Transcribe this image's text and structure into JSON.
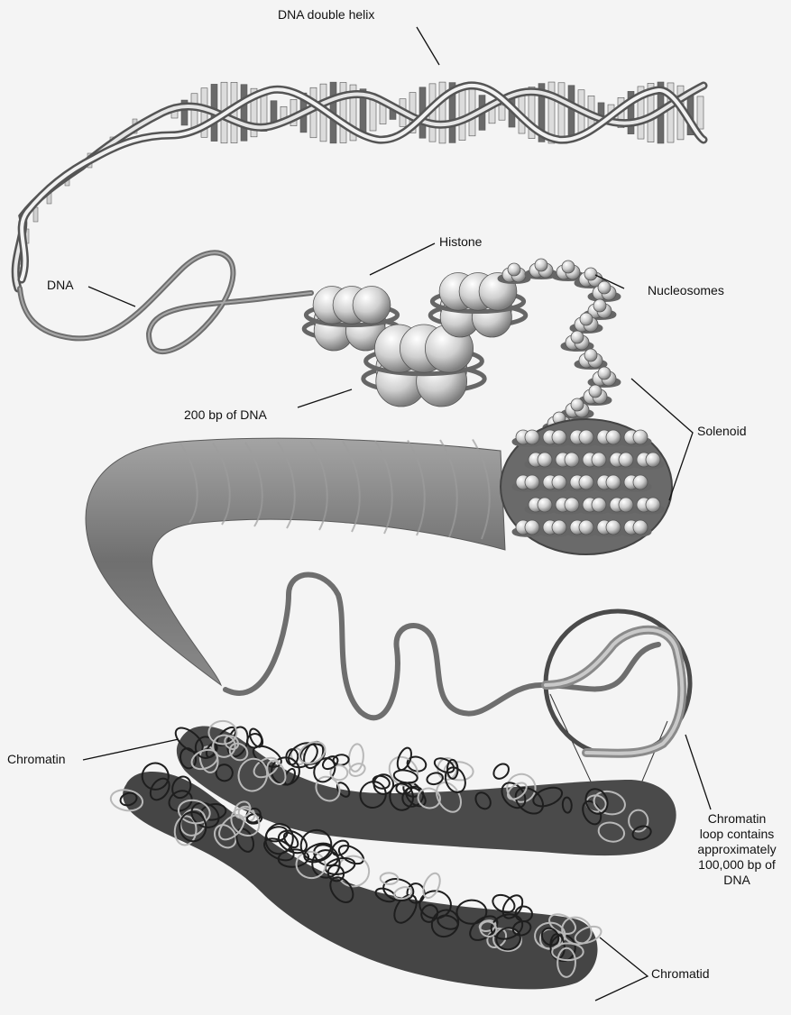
{
  "labels": {
    "dna_double_helix": "DNA double helix",
    "dna": "DNA",
    "histone": "Histone",
    "nucleosomes": "Nucleosomes",
    "bp200": "200 bp of DNA",
    "solenoid": "Solenoid",
    "chromatin": "Chromatin",
    "loop_lines": [
      "Chromatin",
      "loop contains",
      "approximately",
      "100,000 bp of",
      "DNA"
    ],
    "chromatid": "Chromatid"
  },
  "colors": {
    "background": "#f4f4f4",
    "strand": "#7a7a7a",
    "histone": "#d8d8d8",
    "fiber": "#8c8c8c",
    "dark": "#2a2a2a",
    "light_loop": "#b5b5b5"
  }
}
